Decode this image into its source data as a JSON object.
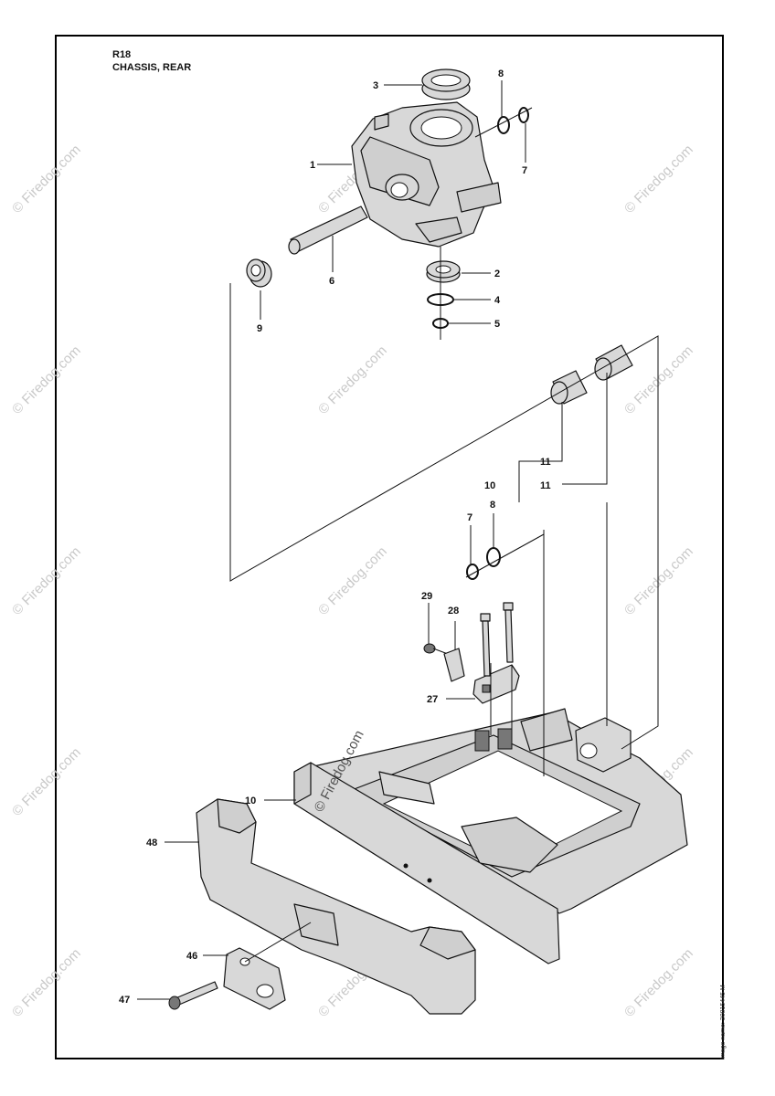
{
  "header": {
    "code": "R18",
    "title": "CHASSIS, REAR"
  },
  "watermark_text": "© Firedog.com",
  "diagram_watermark": "© Firedog.com",
  "image_name": "Image name: 30815445 M",
  "callouts": [
    "1",
    "2",
    "3",
    "4",
    "5",
    "6",
    "7",
    "8",
    "9",
    "11",
    "10",
    "11",
    "8",
    "7",
    "29",
    "28",
    "27",
    "10",
    "48",
    "46",
    "47"
  ]
}
